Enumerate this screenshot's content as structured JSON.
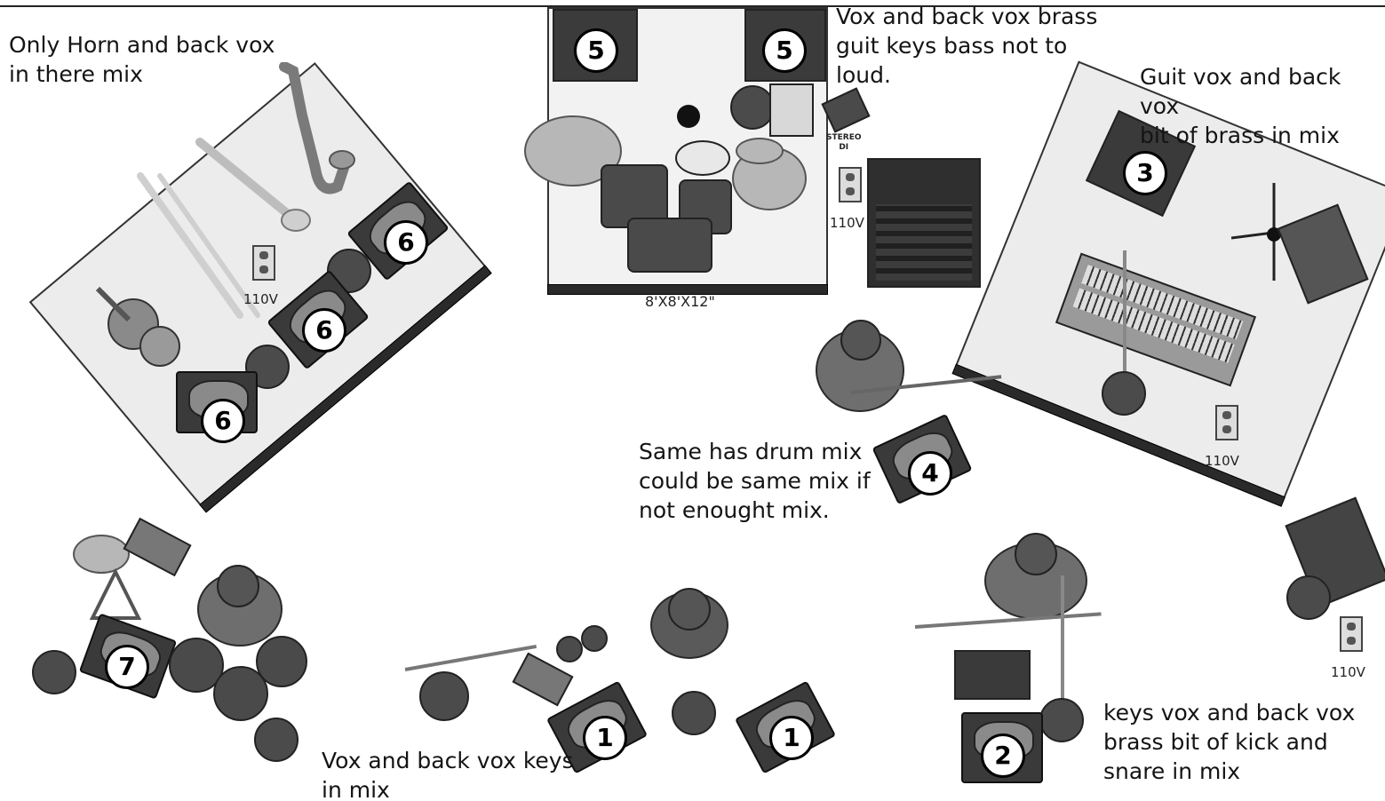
{
  "notes": {
    "horn": "Only Horn and back vox\nin there mix",
    "drums": "Vox and back vox brass\nguit keys bass not to\nloud.",
    "guitar": "Guit vox and back vox\nbit of brass in mix",
    "bass": "Same has drum mix\ncould be same mix if\nnot enought mix.",
    "keys": "keys vox and back vox\nbrass bit of kick and\nsnare in mix",
    "lead": "Vox and back vox keys\nin mix"
  },
  "labels": {
    "riser_size": "8'X8'X12\"",
    "stereo_di": "STEREO\nDI",
    "voltage": "110V"
  },
  "monitor_mixes": [
    "1",
    "1",
    "2",
    "3",
    "4",
    "5",
    "5",
    "6",
    "6",
    "6",
    "7"
  ],
  "icons": [
    "saxophone-icon",
    "trumpet-icon",
    "trombone-icon",
    "drum-kit-icon",
    "guitar-amp-icon",
    "keyboard-icon",
    "bass-guitarist-icon",
    "guitarist-icon",
    "conga-icon",
    "maracas-icon",
    "outlet-icon",
    "mic-stand-icon"
  ]
}
